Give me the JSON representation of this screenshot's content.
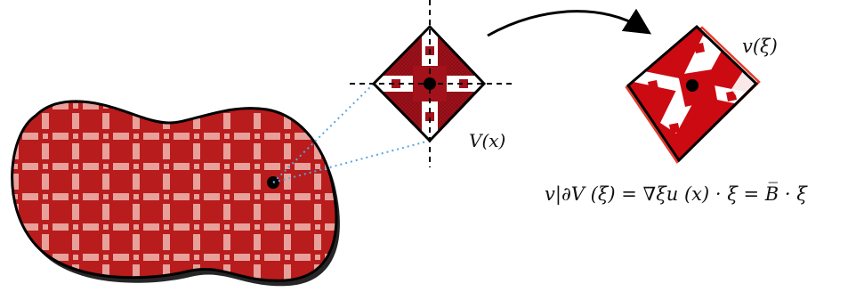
{
  "labels": {
    "cell_label": "V(x)",
    "map_label": "v(ξ)",
    "equation": "v|∂V (ξ) = ∇ξu (x) · ξ = B̅ · ξ"
  },
  "colors": {
    "fabric_red": "#b81c1c",
    "fabric_light": "#e8a09a",
    "deformed_red": "#cc0a12",
    "deformed_outline": "#e83a2a",
    "guide_line": "#5aa5e0"
  }
}
